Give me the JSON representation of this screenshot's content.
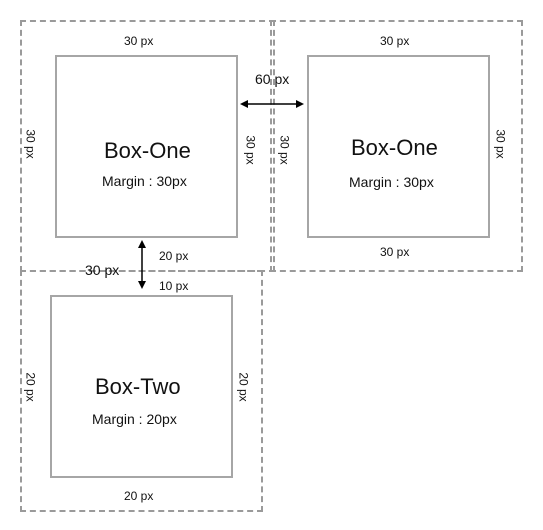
{
  "boxes": {
    "box1": {
      "title": "Box-One",
      "margin_text": "Margin : 30px",
      "top_label": "30 px",
      "left_label": "30 px",
      "right_label": "30 px",
      "bottom_label": "20 px"
    },
    "box2": {
      "title": "Box-One",
      "margin_text": "Margin : 30px",
      "top_label": "30 px",
      "left_label": "30 px",
      "right_label": "30 px",
      "bottom_label": "30 px"
    },
    "box3": {
      "title": "Box-Two",
      "margin_text": "Margin : 20px",
      "top_label": "10 px",
      "left_label": "20 px",
      "right_label": "20 px",
      "bottom_label": "20 px"
    }
  },
  "gaps": {
    "horizontal_label": "60 px",
    "vertical_label": "30 px"
  }
}
